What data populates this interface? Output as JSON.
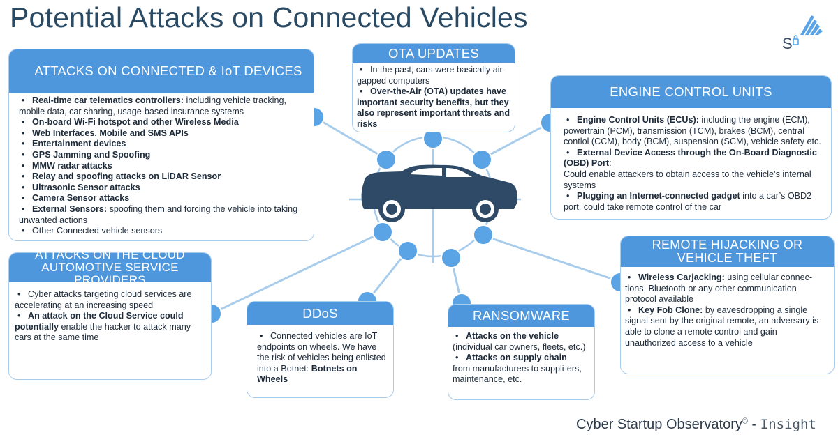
{
  "title": "Potential Attacks on Connected Vehicles",
  "logo_text": "S",
  "boxes": {
    "iot": {
      "heading": "ATTACKS ON CONNECTED & IoT DEVICES",
      "items": [
        {
          "bold": "Real-time car telematics controllers:",
          "rest": " including vehicle tracking, mobile data, car sharing, usage-based insurance systems"
        },
        {
          "bold": "On-board Wi-Fi hotspot and other Wireless Media",
          "rest": ""
        },
        {
          "bold": "Web Interfaces, Mobile and SMS APIs",
          "rest": ""
        },
        {
          "bold": "Entertainment devices",
          "rest": ""
        },
        {
          "bold": "GPS Jamming and Spoofing",
          "rest": ""
        },
        {
          "bold": "MMW radar attacks",
          "rest": ""
        },
        {
          "bold": "Relay and spoofing attacks on LiDAR Sensor",
          "rest": ""
        },
        {
          "bold": "Ultrasonic Sensor attacks",
          "rest": ""
        },
        {
          "bold": "Camera Sensor attacks",
          "rest": ""
        },
        {
          "bold": "External Sensors:",
          "rest": " spoofing them and forcing the vehicle into taking unwanted actions"
        },
        {
          "bold": "",
          "rest": "Other Connected vehicle sensors"
        }
      ]
    },
    "ota": {
      "heading": "OTA UPDATES",
      "items": [
        {
          "bold": "",
          "rest": "In the past, cars were basically air-gapped computers"
        },
        {
          "bold": "Over-the-Air (OTA) updates have important security benefits, but they also represent important threats and risks",
          "rest": ""
        }
      ]
    },
    "ecu": {
      "heading": "ENGINE CONTROL UNITS",
      "items": [
        {
          "bold": "Engine Control Units (ECUs):",
          "rest": " including the engine (ECM), powertrain (PCM), transmission (TCM), brakes (BCM), central contlol (CCM), body (BCM), suspension (SCM), vehicle safety etc."
        },
        {
          "bold": "External Device Access through the On-Board Diagnostic (OBD) Port",
          "rest": ":"
        },
        {
          "plain": "Could enable attackers to obtain access to the vehicle’s internal systems"
        },
        {
          "bold": "Plugging an Internet-connected gadget",
          "rest": " into a car’s OBD2 port, could take remote control of the car"
        }
      ]
    },
    "cloud": {
      "heading": "ATTACKS ON THE CLOUD AUTOMOTIVE SERVICE PROVIDERS",
      "items": [
        {
          "bold": "",
          "rest": "Cyber attacks targeting cloud services are accelerating at an increasing speed"
        },
        {
          "bold": "An attack on the Cloud Service could potentially",
          "rest": " enable the hacker to attack many cars at the same time"
        }
      ]
    },
    "ddos": {
      "heading": "DDoS",
      "items": [
        {
          "bold": "",
          "rest": "Connected vehicles are IoT endpoints on wheels. We have the risk of vehicles being enlisted into a Botnet: ",
          "tail_bold": "Botnets on Wheels"
        }
      ]
    },
    "ransom": {
      "heading": "RANSOMWARE",
      "items": [
        {
          "bold": "Attacks on the vehicle",
          "rest": ""
        },
        {
          "plain": "(individual car owners, fleets, etc.)"
        },
        {
          "bold": "Attacks on supply chain",
          "rest": ""
        },
        {
          "plain": "from manufacturers to suppli-ers, maintenance, etc."
        }
      ]
    },
    "remote": {
      "heading": "REMOTE HIJACKING OR VEHICLE THEFT",
      "items": [
        {
          "bold": "Wireless Carjacking:",
          "rest": " using cellular connec-tions, Bluetooth or any other communication protocol available"
        },
        {
          "bold": "Key Fob Clone:",
          "rest": " by eavesdropping a single signal sent by the original remote, an adversary is able to clone a remote control and gain unauthorized access to a vehicle"
        }
      ]
    }
  },
  "footer": {
    "brand": "Cyber Startup Observatory",
    "mark": "©",
    "dash": " - ",
    "suffix": "Insight"
  },
  "colors": {
    "accent": "#4f97dd",
    "node": "#5aa4e6",
    "line": "#a8ccec",
    "car": "#2e4a66",
    "title": "#2a4a63"
  }
}
